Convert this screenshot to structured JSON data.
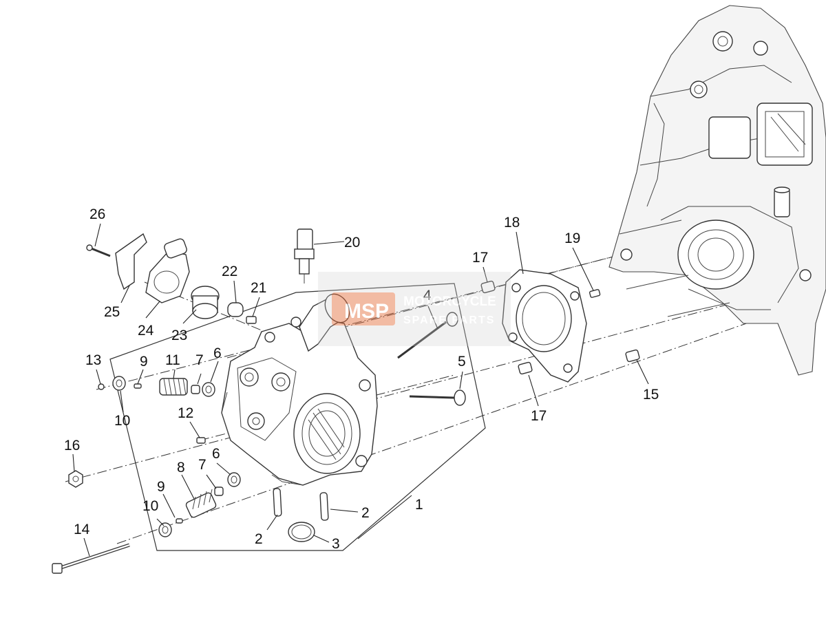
{
  "diagram": {
    "callouts": [
      "1",
      "2",
      "2",
      "3",
      "4",
      "5",
      "6",
      "6",
      "7",
      "7",
      "8",
      "9",
      "9",
      "10",
      "10",
      "11",
      "12",
      "13",
      "14",
      "15",
      "16",
      "17",
      "17",
      "18",
      "19",
      "20",
      "21",
      "22",
      "23",
      "24",
      "25",
      "26"
    ]
  },
  "watermark": {
    "logo_letters": "MSP",
    "line1": "MOTORCYCLE",
    "line2": "SPARE PARTS",
    "accent_color": "#e8622a"
  }
}
